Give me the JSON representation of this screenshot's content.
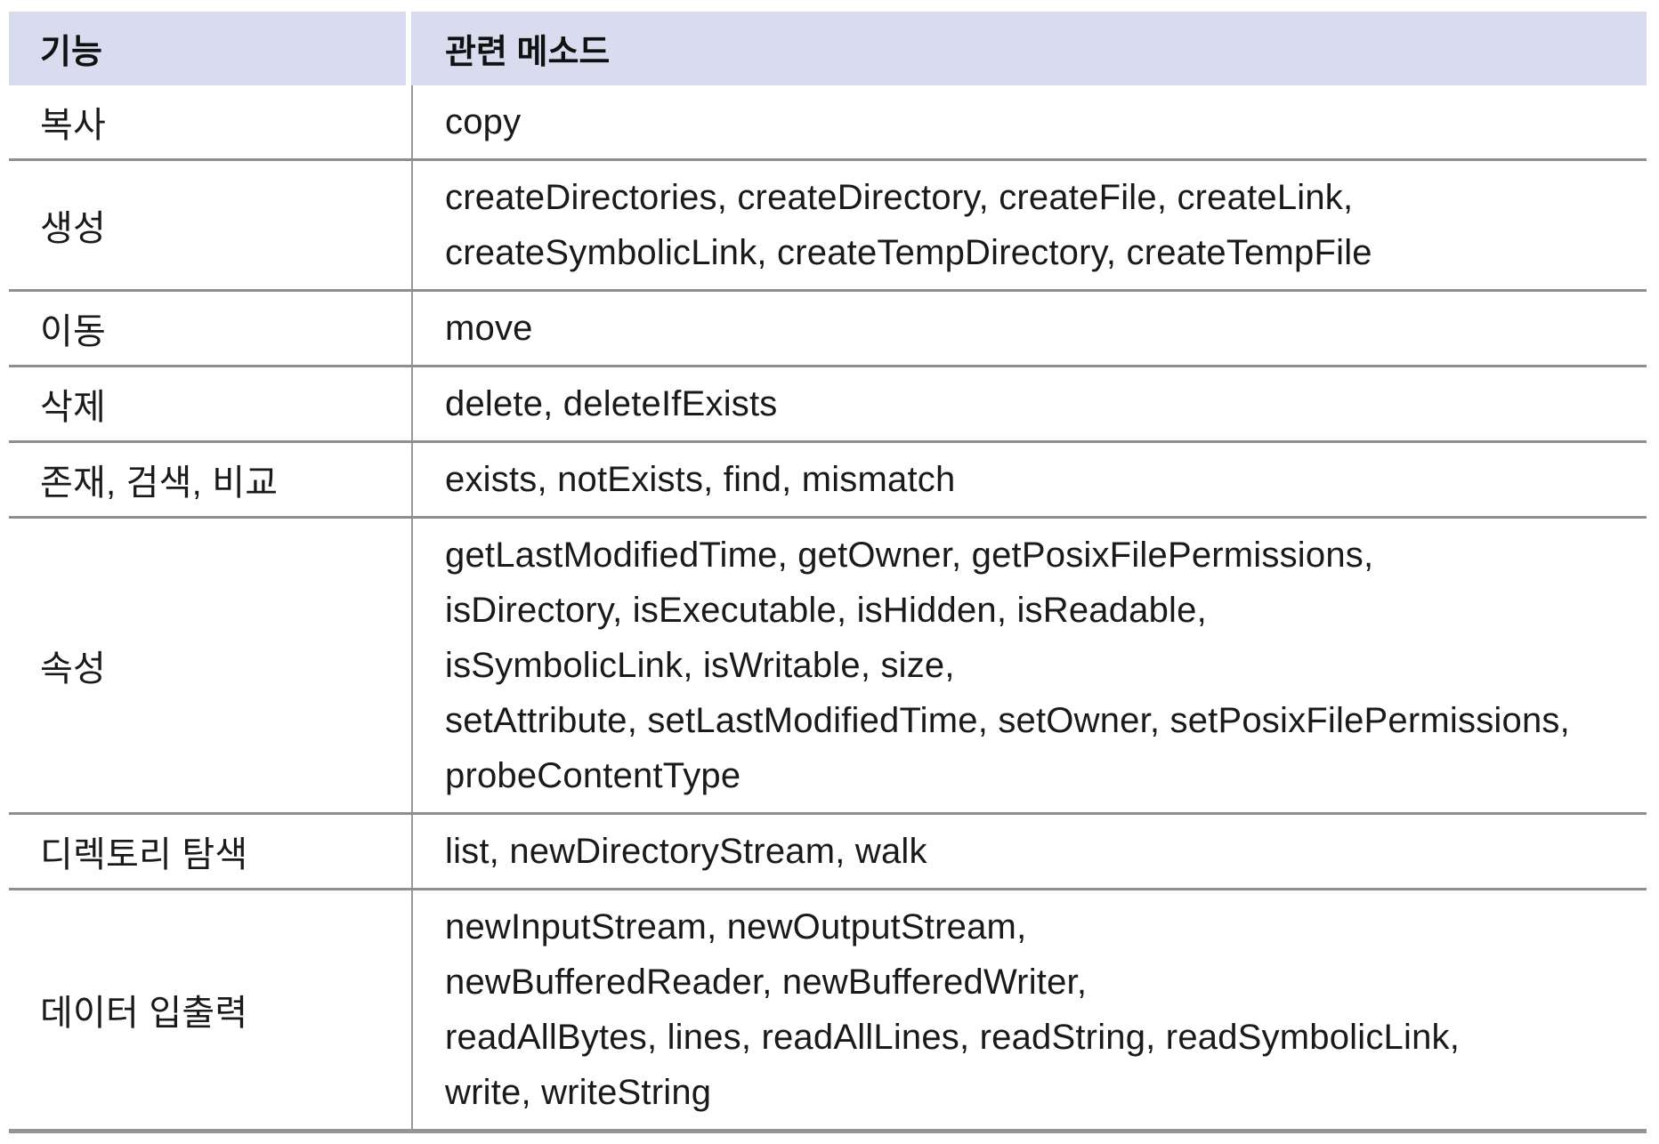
{
  "table": {
    "headers": {
      "feature": "기능",
      "methods": "관련 메소드"
    },
    "rows": [
      {
        "feature": "복사",
        "method_lines": [
          "copy"
        ]
      },
      {
        "feature": "생성",
        "method_lines": [
          "createDirectories, createDirectory, createFile, createLink,",
          "createSymbolicLink, createTempDirectory, createTempFile"
        ]
      },
      {
        "feature": "이동",
        "method_lines": [
          "move"
        ]
      },
      {
        "feature": "삭제",
        "method_lines": [
          "delete, deleteIfExists"
        ]
      },
      {
        "feature": "존재, 검색, 비교",
        "method_lines": [
          "exists, notExists, find, mismatch"
        ]
      },
      {
        "feature": "속성",
        "method_lines": [
          "getLastModifiedTime, getOwner, getPosixFilePermissions,",
          "isDirectory, isExecutable, isHidden, isReadable,",
          "isSymbolicLink, isWritable, size,",
          "setAttribute, setLastModifiedTime, setOwner, setPosixFilePermissions,",
          "probeContentType"
        ]
      },
      {
        "feature": "디렉토리 탐색",
        "method_lines": [
          "list, newDirectoryStream, walk"
        ]
      },
      {
        "feature": "데이터 입출력",
        "method_lines": [
          "newInputStream, newOutputStream,",
          "newBufferedReader, newBufferedWriter,",
          "readAllBytes, lines, readAllLines, readString, readSymbolicLink,",
          "write, writeString"
        ]
      }
    ],
    "colors": {
      "header_bg": "#d8dcee",
      "row_line": "#8e8e8e",
      "column_divider": "#999999",
      "text": "#1a1a1a"
    }
  }
}
